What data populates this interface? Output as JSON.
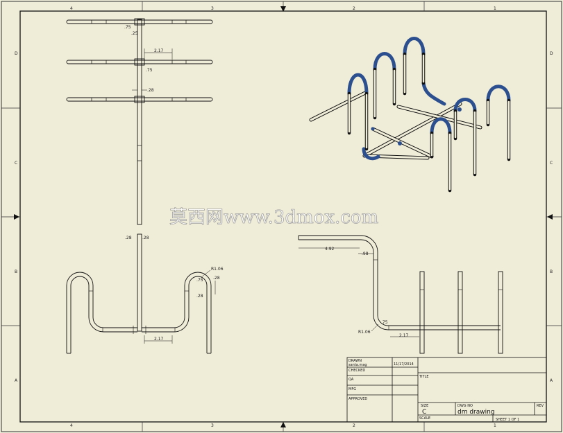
{
  "zones": {
    "top": [
      "4",
      "3",
      "2",
      "1"
    ],
    "bottom": [
      "4",
      "3",
      "2",
      "1"
    ],
    "left": [
      "D",
      "C",
      "B",
      "A"
    ],
    "right": [
      "D",
      "C",
      "B",
      "A"
    ]
  },
  "dimensions": {
    "d1": ".75",
    "d2": ".25",
    "d3": "2.17",
    "d4": ".75",
    "d5": ".28",
    "d6": "R1.06",
    "d7": ".75",
    "d8": ".28",
    "d9": ".28",
    "d10": "2.17",
    "d11": "4.92",
    "d12": ".98",
    "d13": "R1.06",
    "d14": "2.17",
    "d15": ".28",
    "d16": ".28",
    "d17": ".75"
  },
  "watermark": "莫西网www.3dmox.com",
  "title_block": {
    "drawn_label": "DRAWN",
    "drawn_by": "santa.mag",
    "drawn_date": "11/17/2014",
    "checked_label": "CHECKED",
    "qa_label": "QA",
    "mfg_label": "MFG",
    "approved_label": "APPROVED",
    "title_label": "TITLE",
    "size_label": "SIZE",
    "size_value": "C",
    "dwg_no_label": "DWG NO",
    "dwg_no_value": "dm drawing",
    "rev_label": "REV",
    "scale_label": "SCALE",
    "sheet_text": "SHEET 1  OF 1"
  }
}
